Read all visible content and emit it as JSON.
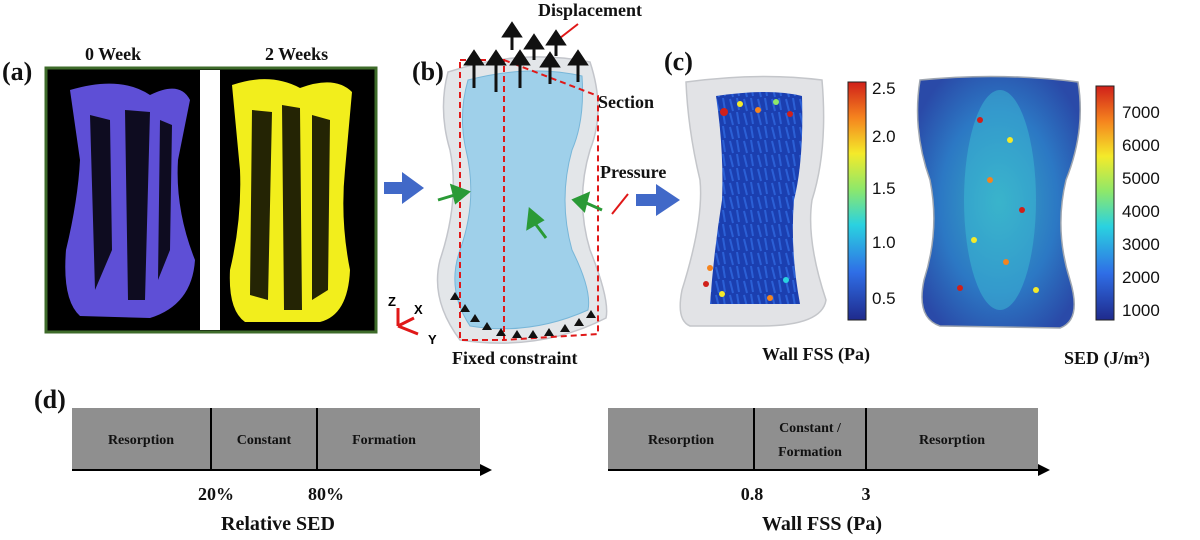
{
  "panels": {
    "a": {
      "label": "(a)",
      "week0": "0 Week",
      "week2": "2 Weeks"
    },
    "b": {
      "label": "(b)",
      "displacement": "Displacement",
      "section": "Section",
      "pressure": "Pressure",
      "fixed": "Fixed constraint",
      "axis_z": "Z",
      "axis_x": "X",
      "axis_y": "Y"
    },
    "c": {
      "label": "(c)",
      "fss_title": "Wall FSS (Pa)",
      "fss_ticks": [
        "2.5",
        "2.0",
        "1.5",
        "1.0",
        "0.5"
      ],
      "sed_title": "SED (J/m³)",
      "sed_ticks": [
        "7000",
        "6000",
        "5000",
        "4000",
        "3000",
        "2000",
        "1000"
      ]
    },
    "d": {
      "label": "(d)",
      "sed_scale": {
        "segments": [
          "Resorption",
          "Constant",
          "Formation"
        ],
        "ticks": [
          "20%",
          "80%"
        ],
        "axis_label": "Relative SED"
      },
      "fss_scale": {
        "segments": [
          "Resorption",
          "Constant /",
          "Formation",
          "Resorption"
        ],
        "ticks": [
          "0.8",
          "3"
        ],
        "axis_label": "Wall FSS (Pa)"
      }
    }
  },
  "colors": {
    "frame": "#3e6b2a",
    "bone_blue": "#5e4fd6",
    "bone_yellow": "#f2ee1c",
    "arrow_blue": "#4169c8",
    "arrow_green": "#2a9a36",
    "tissue": "#9fd0ea",
    "bar_fill": "#8f8f8f"
  }
}
